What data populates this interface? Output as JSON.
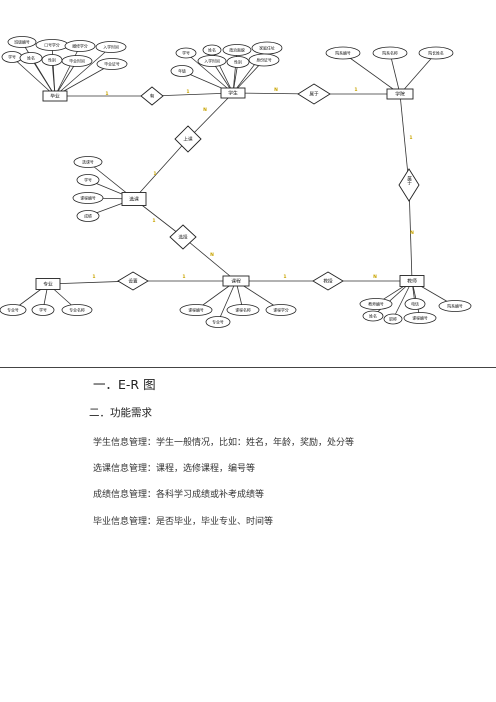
{
  "er_diagram": {
    "entities": [
      {
        "id": "biye",
        "label": "毕业"
      },
      {
        "id": "xuesheng",
        "label": "学生"
      },
      {
        "id": "xueyuan",
        "label": "学院"
      },
      {
        "id": "xuanke",
        "label": "选课"
      },
      {
        "id": "zhuanye",
        "label": "专业"
      },
      {
        "id": "kecheng",
        "label": "课程"
      },
      {
        "id": "jiaoshi",
        "label": "教师"
      }
    ],
    "relationships": [
      {
        "id": "r_you",
        "label": "有"
      },
      {
        "id": "r_shuyu1",
        "label": "属于"
      },
      {
        "id": "r_shuyu2",
        "label": "属于"
      },
      {
        "id": "r_shangke",
        "label": "上课"
      },
      {
        "id": "r_xuanze",
        "label": "选择"
      },
      {
        "id": "r_shezhi",
        "label": "设置"
      },
      {
        "id": "r_jiaoshou",
        "label": "教授"
      }
    ],
    "attributes": [
      {
        "id": "a1",
        "label": "班级编号"
      },
      {
        "id": "a2",
        "label": "口号学分"
      },
      {
        "id": "a3",
        "label": "撤修学分"
      },
      {
        "id": "a4",
        "label": "入学时间"
      },
      {
        "id": "a5",
        "label": "学号"
      },
      {
        "id": "a6",
        "label": "姓名"
      },
      {
        "id": "a7",
        "label": "性别"
      },
      {
        "id": "a8",
        "label": "毕业时间"
      },
      {
        "id": "a9",
        "label": "毕业证号"
      },
      {
        "id": "a10",
        "label": "学号"
      },
      {
        "id": "a11",
        "label": "姓名"
      },
      {
        "id": "a12",
        "label": "政治面貌"
      },
      {
        "id": "a13",
        "label": "家庭住址"
      },
      {
        "id": "a14",
        "label": "入学时间"
      },
      {
        "id": "a15",
        "label": "性别"
      },
      {
        "id": "a16",
        "label": "身份证号"
      },
      {
        "id": "a17",
        "label": "年级"
      },
      {
        "id": "a18",
        "label": "院系编号"
      },
      {
        "id": "a19",
        "label": "院系名称"
      },
      {
        "id": "a20",
        "label": "院长姓名"
      },
      {
        "id": "a21",
        "label": "选课号"
      },
      {
        "id": "a22",
        "label": "学号"
      },
      {
        "id": "a23",
        "label": "课程编号"
      },
      {
        "id": "a24",
        "label": "成绩"
      },
      {
        "id": "a25",
        "label": "专业号"
      },
      {
        "id": "a26",
        "label": "学号"
      },
      {
        "id": "a27",
        "label": "专业名称"
      },
      {
        "id": "a28",
        "label": "课程编号"
      },
      {
        "id": "a29",
        "label": "课程名称"
      },
      {
        "id": "a30",
        "label": "课程学分"
      },
      {
        "id": "a31",
        "label": "专业号"
      },
      {
        "id": "a32",
        "label": "教师编号"
      },
      {
        "id": "a33",
        "label": "电话"
      },
      {
        "id": "a34",
        "label": "院系编号"
      },
      {
        "id": "a35",
        "label": "姓名"
      },
      {
        "id": "a36",
        "label": "职称"
      },
      {
        "id": "a37",
        "label": "课程编号"
      }
    ],
    "cardinalities": [
      {
        "id": "c1",
        "label": "1"
      },
      {
        "id": "c2",
        "label": "1"
      },
      {
        "id": "c3",
        "label": "N"
      },
      {
        "id": "c4",
        "label": "1"
      },
      {
        "id": "c5",
        "label": "1"
      },
      {
        "id": "c6",
        "label": "N"
      },
      {
        "id": "c7",
        "label": "N"
      },
      {
        "id": "c8",
        "label": "1"
      },
      {
        "id": "c9",
        "label": "1"
      },
      {
        "id": "c10",
        "label": "N"
      },
      {
        "id": "c11",
        "label": "1"
      },
      {
        "id": "c12",
        "label": "1"
      },
      {
        "id": "c13",
        "label": "1"
      },
      {
        "id": "c14",
        "label": "N"
      }
    ]
  },
  "doc": {
    "heading1": "一．E-R 图",
    "heading2": "二．功能需求",
    "lines": [
      {
        "label": "学生信息管理：",
        "value": "学生一般情况，比如：姓名，年龄，奖励，处分等"
      },
      {
        "label": "选课信息管理：",
        "value": "课程，选修课程，编号等"
      },
      {
        "label": "成绩信息管理：",
        "value": "各科学习成绩或补考成绩等"
      },
      {
        "label": "毕业信息管理：",
        "value": "是否毕业，毕业专业、时间等"
      }
    ]
  }
}
